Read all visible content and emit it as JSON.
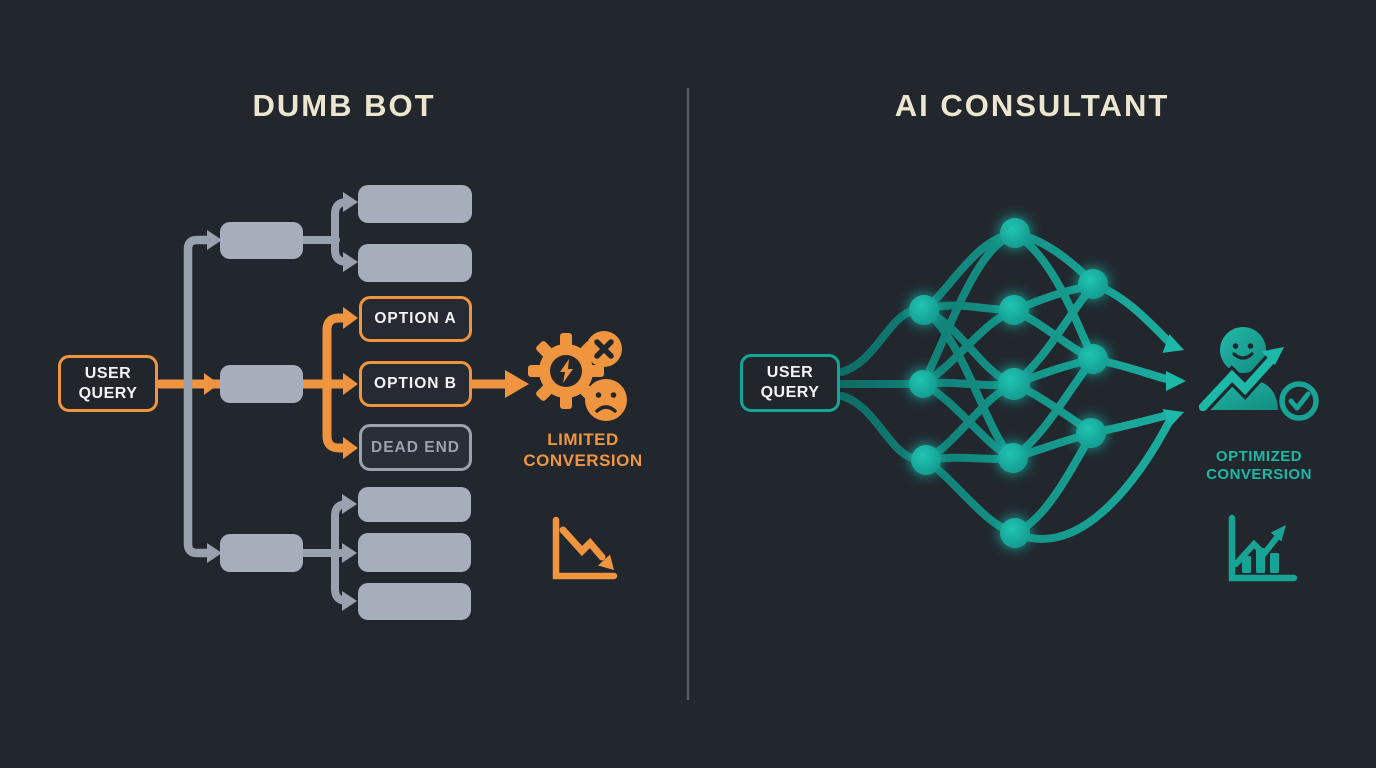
{
  "left_panel": {
    "title": "DUMB BOT",
    "user_query": {
      "line1": "USER",
      "line2": "QUERY"
    },
    "option_a": "OPTION A",
    "option_b": "OPTION B",
    "dead_end": "DEAD END",
    "outcome": {
      "line1": "LIMITED",
      "line2": "CONVERSION"
    }
  },
  "right_panel": {
    "title": "AI CONSULTANT",
    "user_query": {
      "line1": "USER",
      "line2": "QUERY"
    },
    "outcome": {
      "line1": "OPTIMIZED",
      "line2": "CONVERSION"
    }
  },
  "icons": {
    "gear_error_icon": "⚙ gear with broken bolt",
    "x_badge_icon": "✕ in circle",
    "sad_face_icon": "☹ unhappy user",
    "declining_chart_icon": "📉 downward trend",
    "happy_customer_icon": "☺ person",
    "growth_arrow_icon": "↗ rising zigzag arrow",
    "check_badge_icon": "✓ in circle",
    "rising_chart_icon": "📈 upward bar chart"
  },
  "colors": {
    "background": "#22262d",
    "title": "#ece6d0",
    "orange": "#f0953f",
    "teal": "#17a496",
    "teal_bright": "#1cb9a8",
    "teal_dark": "#0d6e66",
    "gray_box": "#a7aebb",
    "gray_line": "#99a1ae",
    "divider": "#565c66"
  }
}
